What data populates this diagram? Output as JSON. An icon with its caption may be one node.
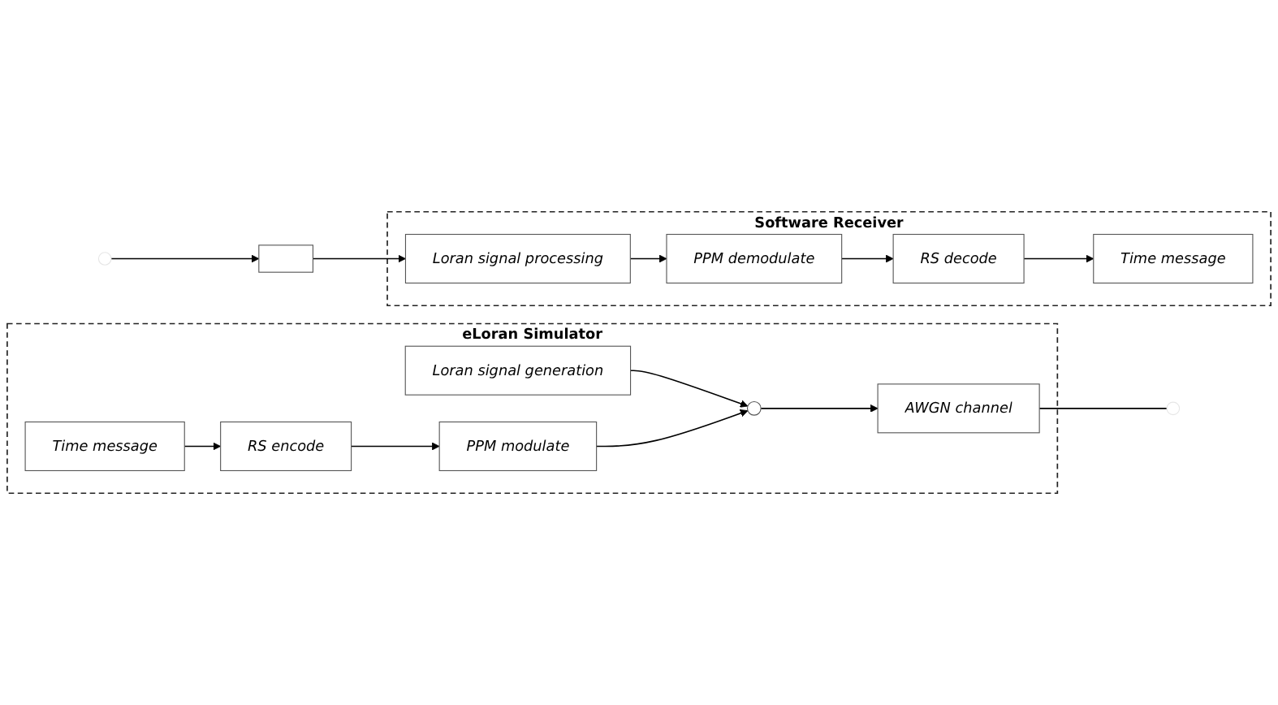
{
  "diagram": {
    "nodes": [
      {
        "text": [
          "eLoran Simulator"
        ]
      },
      {
        "text": [
          "Loran signal generation"
        ],
        "in": 0
      },
      {
        "text": [
          "Time message"
        ],
        "in": 0
      },
      {
        "text": [
          "RS encode"
        ],
        "in": 0
      },
      {
        "text": [
          "PPM modulate"
        ],
        "in": 0
      },
      {
        "text": [],
        "shape": "circle",
        "in": 0
      },
      {
        "text": [
          "AWGN channel"
        ],
        "in": 0
      },
      {
        "text": [
          "Software Receiver"
        ]
      },
      {
        "text": [
          "Time message"
        ],
        "in": 7
      },
      {
        "text": [
          "RS decode"
        ],
        "in": 7
      },
      {
        "text": [
          "PPM demodulate"
        ],
        "in": 7
      },
      {
        "text": [
          "Loran signal processing"
        ],
        "in": 7
      },
      {
        "text": [],
        "shape": "box"
      }
    ],
    "edges": [
      {
        "from": 1,
        "to": 5,
        "arrow": "to"
      },
      {
        "from": 2,
        "to": 3,
        "arrow": "to"
      },
      {
        "from": 3,
        "to": 4,
        "arrow": "to"
      },
      {
        "from": 4,
        "to": 5,
        "arrow": "to"
      },
      {
        "from": 5,
        "to": 6,
        "arrow": "to"
      },
      {
        "from": 6,
        "to": null,
        "arrow": "none"
      },
      {
        "from": null,
        "to": 12,
        "arrow": "to"
      },
      {
        "from": 12,
        "to": 11,
        "arrow": "to"
      },
      {
        "from": 11,
        "to": 10,
        "arrow": "to"
      },
      {
        "from": 10,
        "to": 9,
        "arrow": "to"
      },
      {
        "from": 9,
        "to": 8,
        "arrow": "to"
      }
    ]
  }
}
